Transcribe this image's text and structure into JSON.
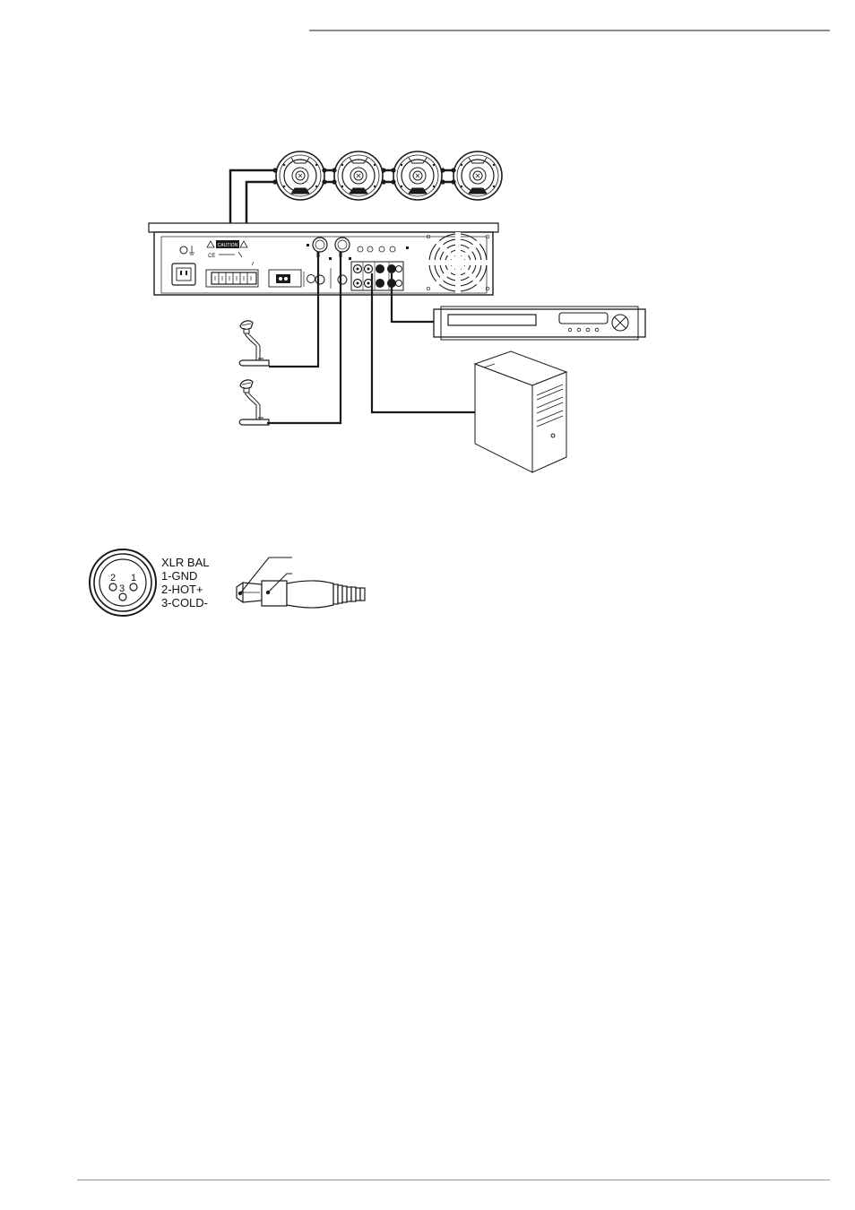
{
  "xlr_legend": {
    "title": "XLR BAL",
    "pin1": "1-GND",
    "pin2": "2-HOT+",
    "pin3": "3-COLD-"
  },
  "xlr_pins": {
    "p1": "1",
    "p2": "2",
    "p3": "3"
  },
  "amplifier": {
    "caution_label": "CAUTION",
    "ce_mark": "CE"
  },
  "colors": {
    "line": "#1a1a1a",
    "rule": "#8c8c8c"
  }
}
